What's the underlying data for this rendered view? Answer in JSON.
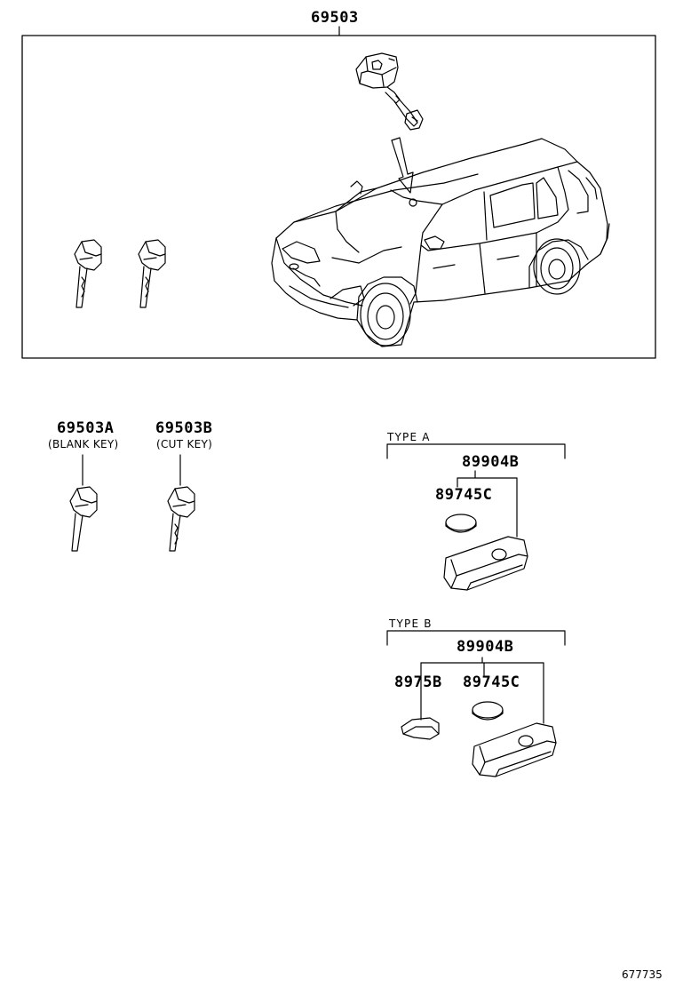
{
  "top_assembly": {
    "part_number": "69503"
  },
  "keys": [
    {
      "part_number": "69503A",
      "note": "(BLANK KEY)"
    },
    {
      "part_number": "69503B",
      "note": "(CUT KEY)"
    }
  ],
  "type_a": {
    "label": "TYPE  A",
    "assembly": "89904B",
    "battery": "89745C"
  },
  "type_b": {
    "label": "TYPE  B",
    "assembly": "89904B",
    "cover": "8975B",
    "battery": "89745C"
  },
  "illustration_id": "677735"
}
